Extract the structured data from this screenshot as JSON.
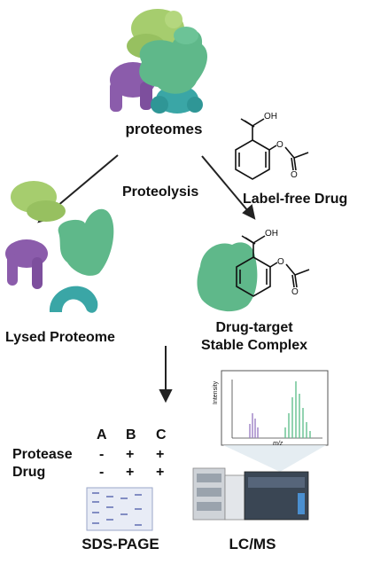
{
  "labels": {
    "proteomes": "proteomes",
    "proteolysis": "Proteolysis",
    "label_free_drug": "Label-free Drug",
    "lysed_proteome": "Lysed Proteome",
    "drug_target_line1": "Drug-target",
    "drug_target_line2": "Stable Complex",
    "sds_page": "SDS-PAGE",
    "lcms": "LC/MS"
  },
  "chemistry": {
    "oh": "OH",
    "o": "O"
  },
  "spectrum": {
    "ylabel": "Intensity",
    "xlabel": "m/z"
  },
  "conditions": {
    "columns": [
      "A",
      "B",
      "C"
    ],
    "rows": [
      {
        "name": "Protease",
        "values": [
          "-",
          "+",
          "+"
        ]
      },
      {
        "name": "Drug",
        "values": [
          "-",
          "+",
          "+"
        ]
      }
    ]
  },
  "colors": {
    "green_protein": "#5fb88a",
    "light_green_protein": "#a6cd6e",
    "purple_protein": "#8b5cab",
    "teal_protein": "#3aa6a6",
    "arrow": "#222222"
  }
}
